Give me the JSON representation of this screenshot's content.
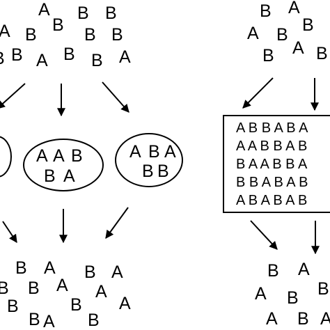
{
  "diagram": {
    "left_panel": {
      "top_cluster": [
        "A",
        "B",
        "B",
        "A",
        "B",
        "B",
        "B",
        "B",
        "B",
        "A",
        "B",
        "B",
        "A",
        "B"
      ],
      "ellipses": [
        {
          "letters": []
        },
        {
          "letters": [
            "A",
            "A",
            "B",
            "B",
            "A"
          ]
        },
        {
          "letters": [
            "A",
            "B",
            "A",
            "B",
            "B"
          ]
        }
      ],
      "bottom_cluster": [
        "B",
        "A",
        "B",
        "A",
        "B",
        "B",
        "A",
        "A",
        "B",
        "B",
        "A",
        "B",
        "A",
        "B"
      ]
    },
    "right_panel": {
      "top_cluster": [
        "B",
        "A",
        "A",
        "B",
        "B",
        "A",
        "B",
        "B"
      ],
      "grid_rows": [
        "A B B A B A",
        "A A B B A B",
        "B A A B B A",
        "B B A B A B",
        "A B A B A B"
      ],
      "bottom_cluster": [
        "B",
        "A",
        "A",
        "B",
        "B",
        "A",
        "B",
        "A"
      ]
    },
    "colors": {
      "ink": "#000000",
      "background": "#ffffff"
    }
  }
}
